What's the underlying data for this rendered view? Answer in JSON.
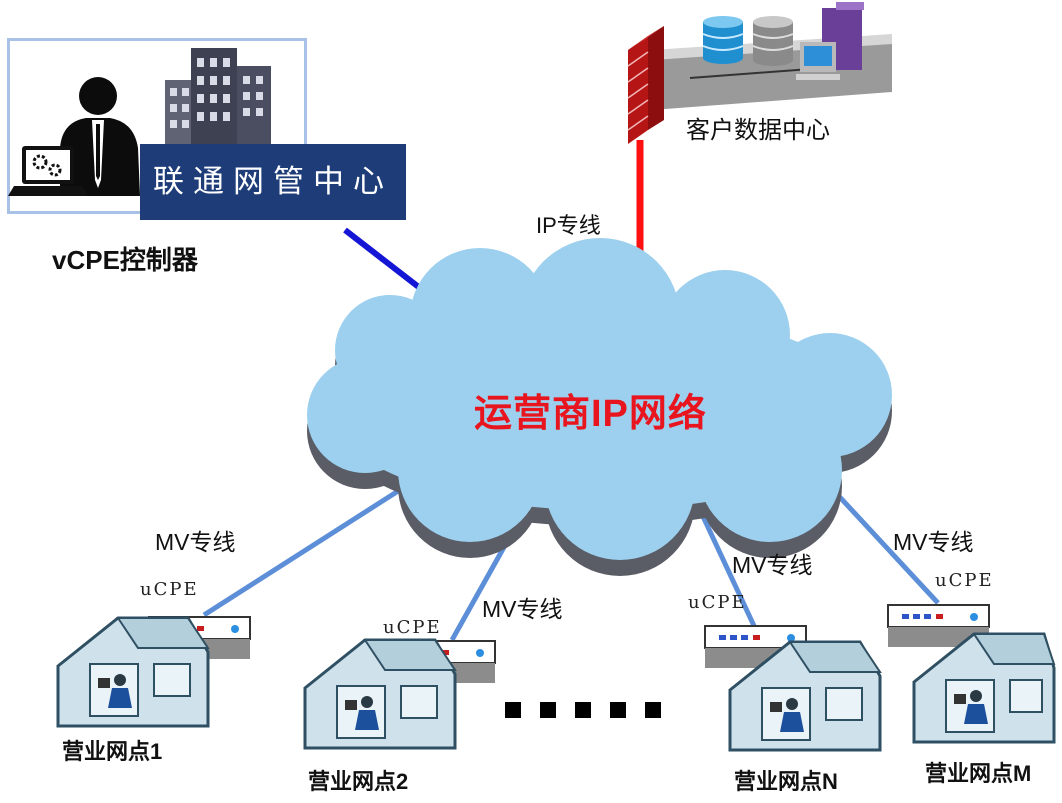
{
  "management": {
    "controller_label": "vCPE控制器",
    "center_label": "联通网管中心"
  },
  "datacenter": {
    "label": "客户数据中心"
  },
  "links": {
    "ip_line": "IP专线",
    "mv_lines": [
      "MV专线",
      "MV专线",
      "MV专线",
      "MV专线"
    ]
  },
  "cloud": {
    "label": "运营商IP网络"
  },
  "devices": {
    "ucpe_labels": [
      "uCPE",
      "uCPE",
      "uCPE",
      "uCPE"
    ]
  },
  "sites": [
    "营业网点1",
    "营业网点2",
    "营业网点N",
    "营业网点M"
  ],
  "colors": {
    "mgmt_link": "#1515d6",
    "ip_link": "#ff1010",
    "mv_link": "#5c8fd8",
    "cloud_fill": "#9dd0ee",
    "banner": "#1d3c78",
    "cloud_text": "#e8141e"
  }
}
